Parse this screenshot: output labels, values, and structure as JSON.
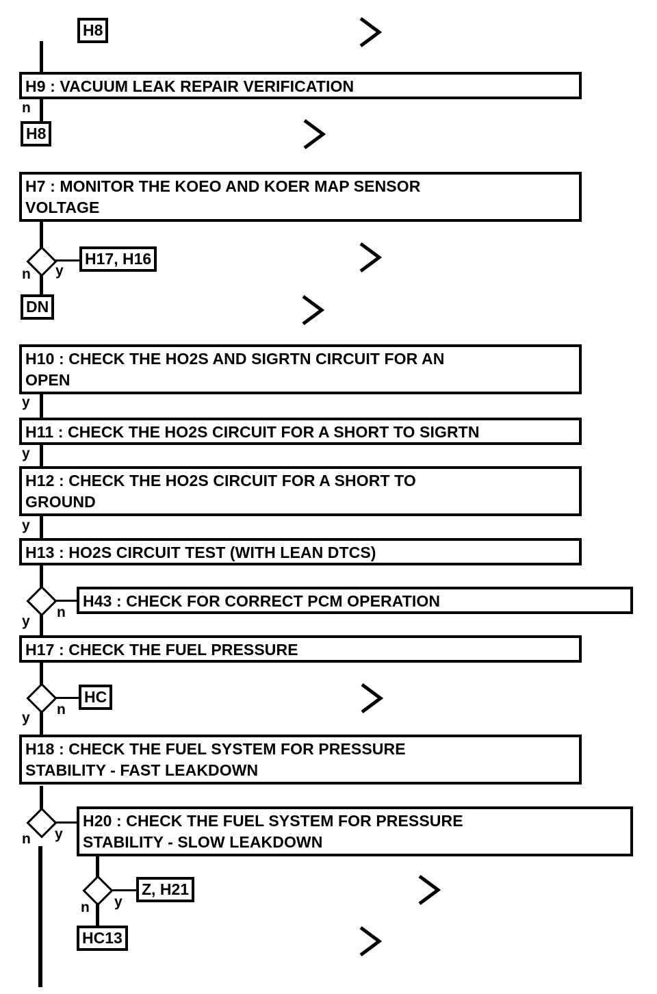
{
  "diagram": {
    "title": "Automotive diagnostic pinpoint test flowchart",
    "type": "flowchart",
    "line_color": "#000000",
    "background_color": "#ffffff"
  },
  "steps": [
    {
      "id": "H9",
      "label": "H9 : VACUUM LEAK REPAIR VERIFICATION"
    },
    {
      "id": "H7",
      "label": "H7 : MONITOR THE KOEO AND KOER MAP SENSOR\nVOLTAGE"
    },
    {
      "id": "H10",
      "label": "H10 : CHECK THE HO2S AND SIGRTN CIRCUIT FOR AN\nOPEN"
    },
    {
      "id": "H11",
      "label": "H11 : CHECK THE HO2S CIRCUIT FOR A SHORT TO SIGRTN"
    },
    {
      "id": "H12",
      "label": "H12 : CHECK THE HO2S CIRCUIT FOR A SHORT TO\nGROUND"
    },
    {
      "id": "H13",
      "label": "H13 : HO2S CIRCUIT TEST (WITH LEAN DTCS)"
    },
    {
      "id": "H43",
      "label": "H43 : CHECK FOR CORRECT PCM OPERATION"
    },
    {
      "id": "H17",
      "label": "H17 : CHECK THE FUEL PRESSURE"
    },
    {
      "id": "H18",
      "label": "H18 : CHECK THE FUEL SYSTEM FOR PRESSURE\nSTABILITY - FAST LEAKDOWN"
    },
    {
      "id": "H20",
      "label": "H20 : CHECK THE FUEL SYSTEM FOR PRESSURE\nSTABILITY - SLOW LEAKDOWN"
    }
  ],
  "references": [
    {
      "id": "H8-top",
      "label": "H8"
    },
    {
      "id": "H8-lower",
      "label": "H8"
    },
    {
      "id": "H17H16",
      "label": "H17, H16"
    },
    {
      "id": "DN",
      "label": "DN"
    },
    {
      "id": "HC",
      "label": "HC"
    },
    {
      "id": "ZH21",
      "label": "Z, H21"
    },
    {
      "id": "HC13",
      "label": "HC13"
    }
  ],
  "branch_labels": {
    "h9_n": "n",
    "h7_n": "n",
    "h7_y": "y",
    "h10_y": "y",
    "h11_y": "y",
    "h12_y": "y",
    "h13_y": "y",
    "h13_n": "n",
    "h17_y": "y",
    "h17_n": "n",
    "h18_y": "y",
    "h18_n": "n",
    "h20_y": "y",
    "h20_n": "n"
  }
}
